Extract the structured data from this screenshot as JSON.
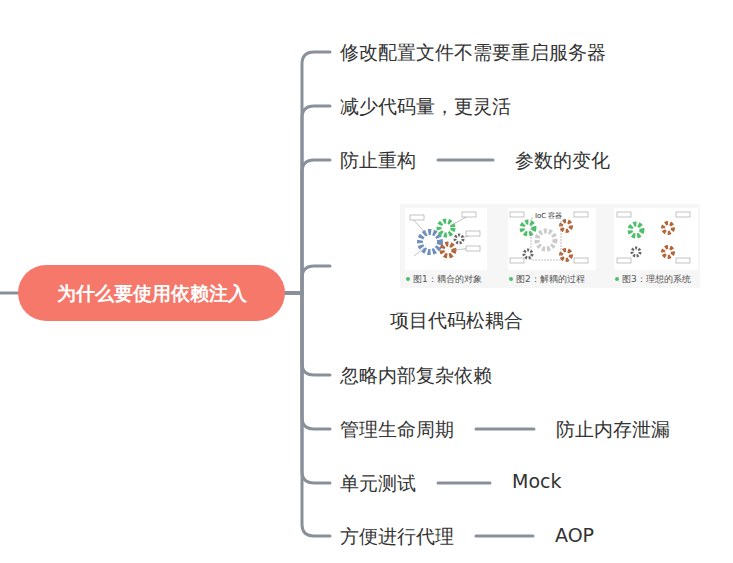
{
  "diagram": {
    "nodes": [
      {
        "text": [
          "为什么要使用依赖注入"
        ]
      },
      {
        "text": [
          "修改配置文件不需要重启服务器"
        ]
      },
      {
        "text": [
          "减少代码量，更灵活"
        ]
      },
      {
        "text": [
          "防止重构"
        ]
      },
      {
        "text": [
          "参数的变化"
        ]
      },
      {
        "text": [
          "项目代码松耦合"
        ]
      },
      {
        "text": [
          "忽略内部复杂依赖"
        ]
      },
      {
        "text": [
          "管理生命周期"
        ]
      },
      {
        "text": [
          "防止内存泄漏"
        ]
      },
      {
        "text": [
          "单元测试"
        ]
      },
      {
        "text": [
          "Mock"
        ]
      },
      {
        "text": [
          "方便进行代理"
        ]
      },
      {
        "text": [
          "AOP"
        ]
      }
    ],
    "edges": [
      {
        "from": 0,
        "to": 1,
        "arrow": "none"
      },
      {
        "from": 0,
        "to": 2,
        "arrow": "none"
      },
      {
        "from": 0,
        "to": 3,
        "arrow": "none"
      },
      {
        "from": 3,
        "to": 4,
        "arrow": "none"
      },
      {
        "from": 0,
        "to": 5,
        "arrow": "none"
      },
      {
        "from": 0,
        "to": 6,
        "arrow": "none"
      },
      {
        "from": 0,
        "to": 7,
        "arrow": "none"
      },
      {
        "from": 7,
        "to": 8,
        "arrow": "none"
      },
      {
        "from": 0,
        "to": 9,
        "arrow": "none"
      },
      {
        "from": 9,
        "to": 10,
        "arrow": "none"
      },
      {
        "from": 0,
        "to": 11,
        "arrow": "none"
      },
      {
        "from": 11,
        "to": 12,
        "arrow": "none"
      }
    ],
    "labels": [
      "图1：耦合的对象",
      "IoC 容器",
      "图2：解耦的过程",
      "图3：理想的系统"
    ]
  }
}
